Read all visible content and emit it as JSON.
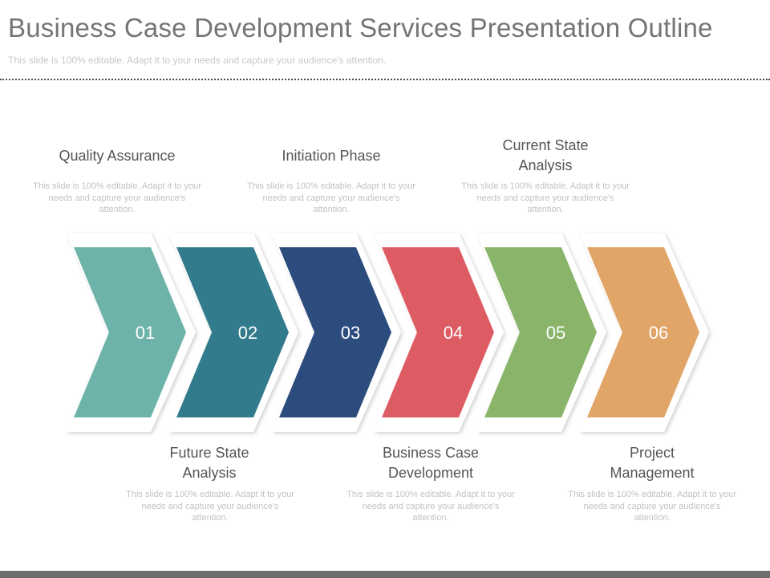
{
  "header": {
    "title": "Business Case Development Services Presentation Outline",
    "subtitle": "This slide is 100% editable. Adapt it to your needs and capture your audience's attention."
  },
  "steps": [
    {
      "number": "01",
      "color": "#6db3a9",
      "label": "Quality Assurance",
      "description": "This slide is 100% editable. Adapt it to your needs and capture your audience's attention."
    },
    {
      "number": "02",
      "color": "#327b8c",
      "label": "Future State Analysis",
      "description": "This slide is 100% editable. Adapt it to your needs and capture your audience's attention."
    },
    {
      "number": "03",
      "color": "#2d4c7e",
      "label": "Initiation Phase",
      "description": "This slide is 100% editable. Adapt it to your needs and capture your audience's attention."
    },
    {
      "number": "04",
      "color": "#dd5c63",
      "label": "Business Case Development",
      "description": "This slide is 100% editable. Adapt it to your needs and capture your audience's attention."
    },
    {
      "number": "05",
      "color": "#89b46a",
      "label": "Current State Analysis",
      "description": "This slide is 100% editable. Adapt it to your needs and capture your audience's attention."
    },
    {
      "number": "06",
      "color": "#e0a567",
      "label": "Project Management",
      "description": "This slide is 100% editable. Adapt it to your needs and capture your audience's attention."
    }
  ]
}
